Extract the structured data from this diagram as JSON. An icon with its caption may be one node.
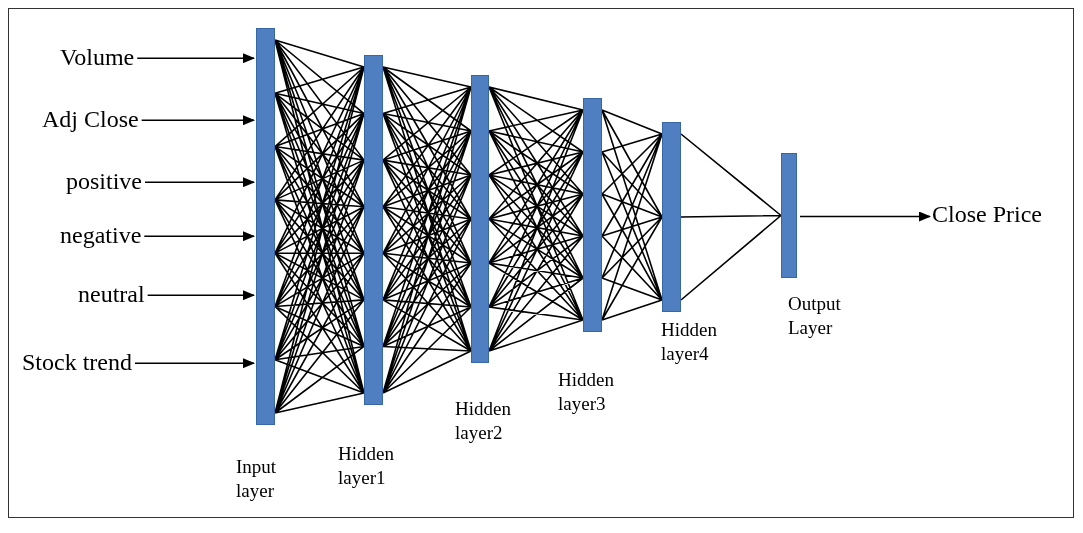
{
  "diagram": {
    "nodes": [
      {
        "text": [
          "Volume"
        ]
      },
      {
        "text": [
          "Adj Close"
        ]
      },
      {
        "text": [
          "positive"
        ]
      },
      {
        "text": [
          "negative"
        ]
      },
      {
        "text": [
          "neutral"
        ]
      },
      {
        "text": [
          "Stock trend"
        ]
      },
      {
        "text": [],
        "shape": "bar",
        "beside": [
          "Input layer"
        ]
      },
      {
        "text": [],
        "shape": "bar",
        "beside": [
          "Hidden layer1"
        ]
      },
      {
        "text": [],
        "shape": "bar",
        "beside": [
          "Hidden layer2"
        ]
      },
      {
        "text": [],
        "shape": "bar",
        "beside": [
          "Hidden layer3"
        ]
      },
      {
        "text": [],
        "shape": "bar",
        "beside": [
          "Hidden layer4"
        ]
      },
      {
        "text": [],
        "shape": "bar",
        "beside": [
          "Output Layer"
        ]
      },
      {
        "text": [
          "Close Price"
        ]
      }
    ],
    "edges": [
      {
        "from": 0,
        "to": 6,
        "arrow": "to"
      },
      {
        "from": 1,
        "to": 6,
        "arrow": "to"
      },
      {
        "from": 2,
        "to": 6,
        "arrow": "to"
      },
      {
        "from": 3,
        "to": 6,
        "arrow": "to"
      },
      {
        "from": 4,
        "to": 6,
        "arrow": "to"
      },
      {
        "from": 5,
        "to": 6,
        "arrow": "to"
      },
      {
        "from": 6,
        "to": 7,
        "arrow": "none"
      },
      {
        "from": 7,
        "to": 8,
        "arrow": "none"
      },
      {
        "from": 8,
        "to": 9,
        "arrow": "none"
      },
      {
        "from": 9,
        "to": 10,
        "arrow": "none"
      },
      {
        "from": 10,
        "to": 11,
        "arrow": "none"
      },
      {
        "from": 11,
        "to": 12,
        "arrow": "to"
      }
    ]
  }
}
